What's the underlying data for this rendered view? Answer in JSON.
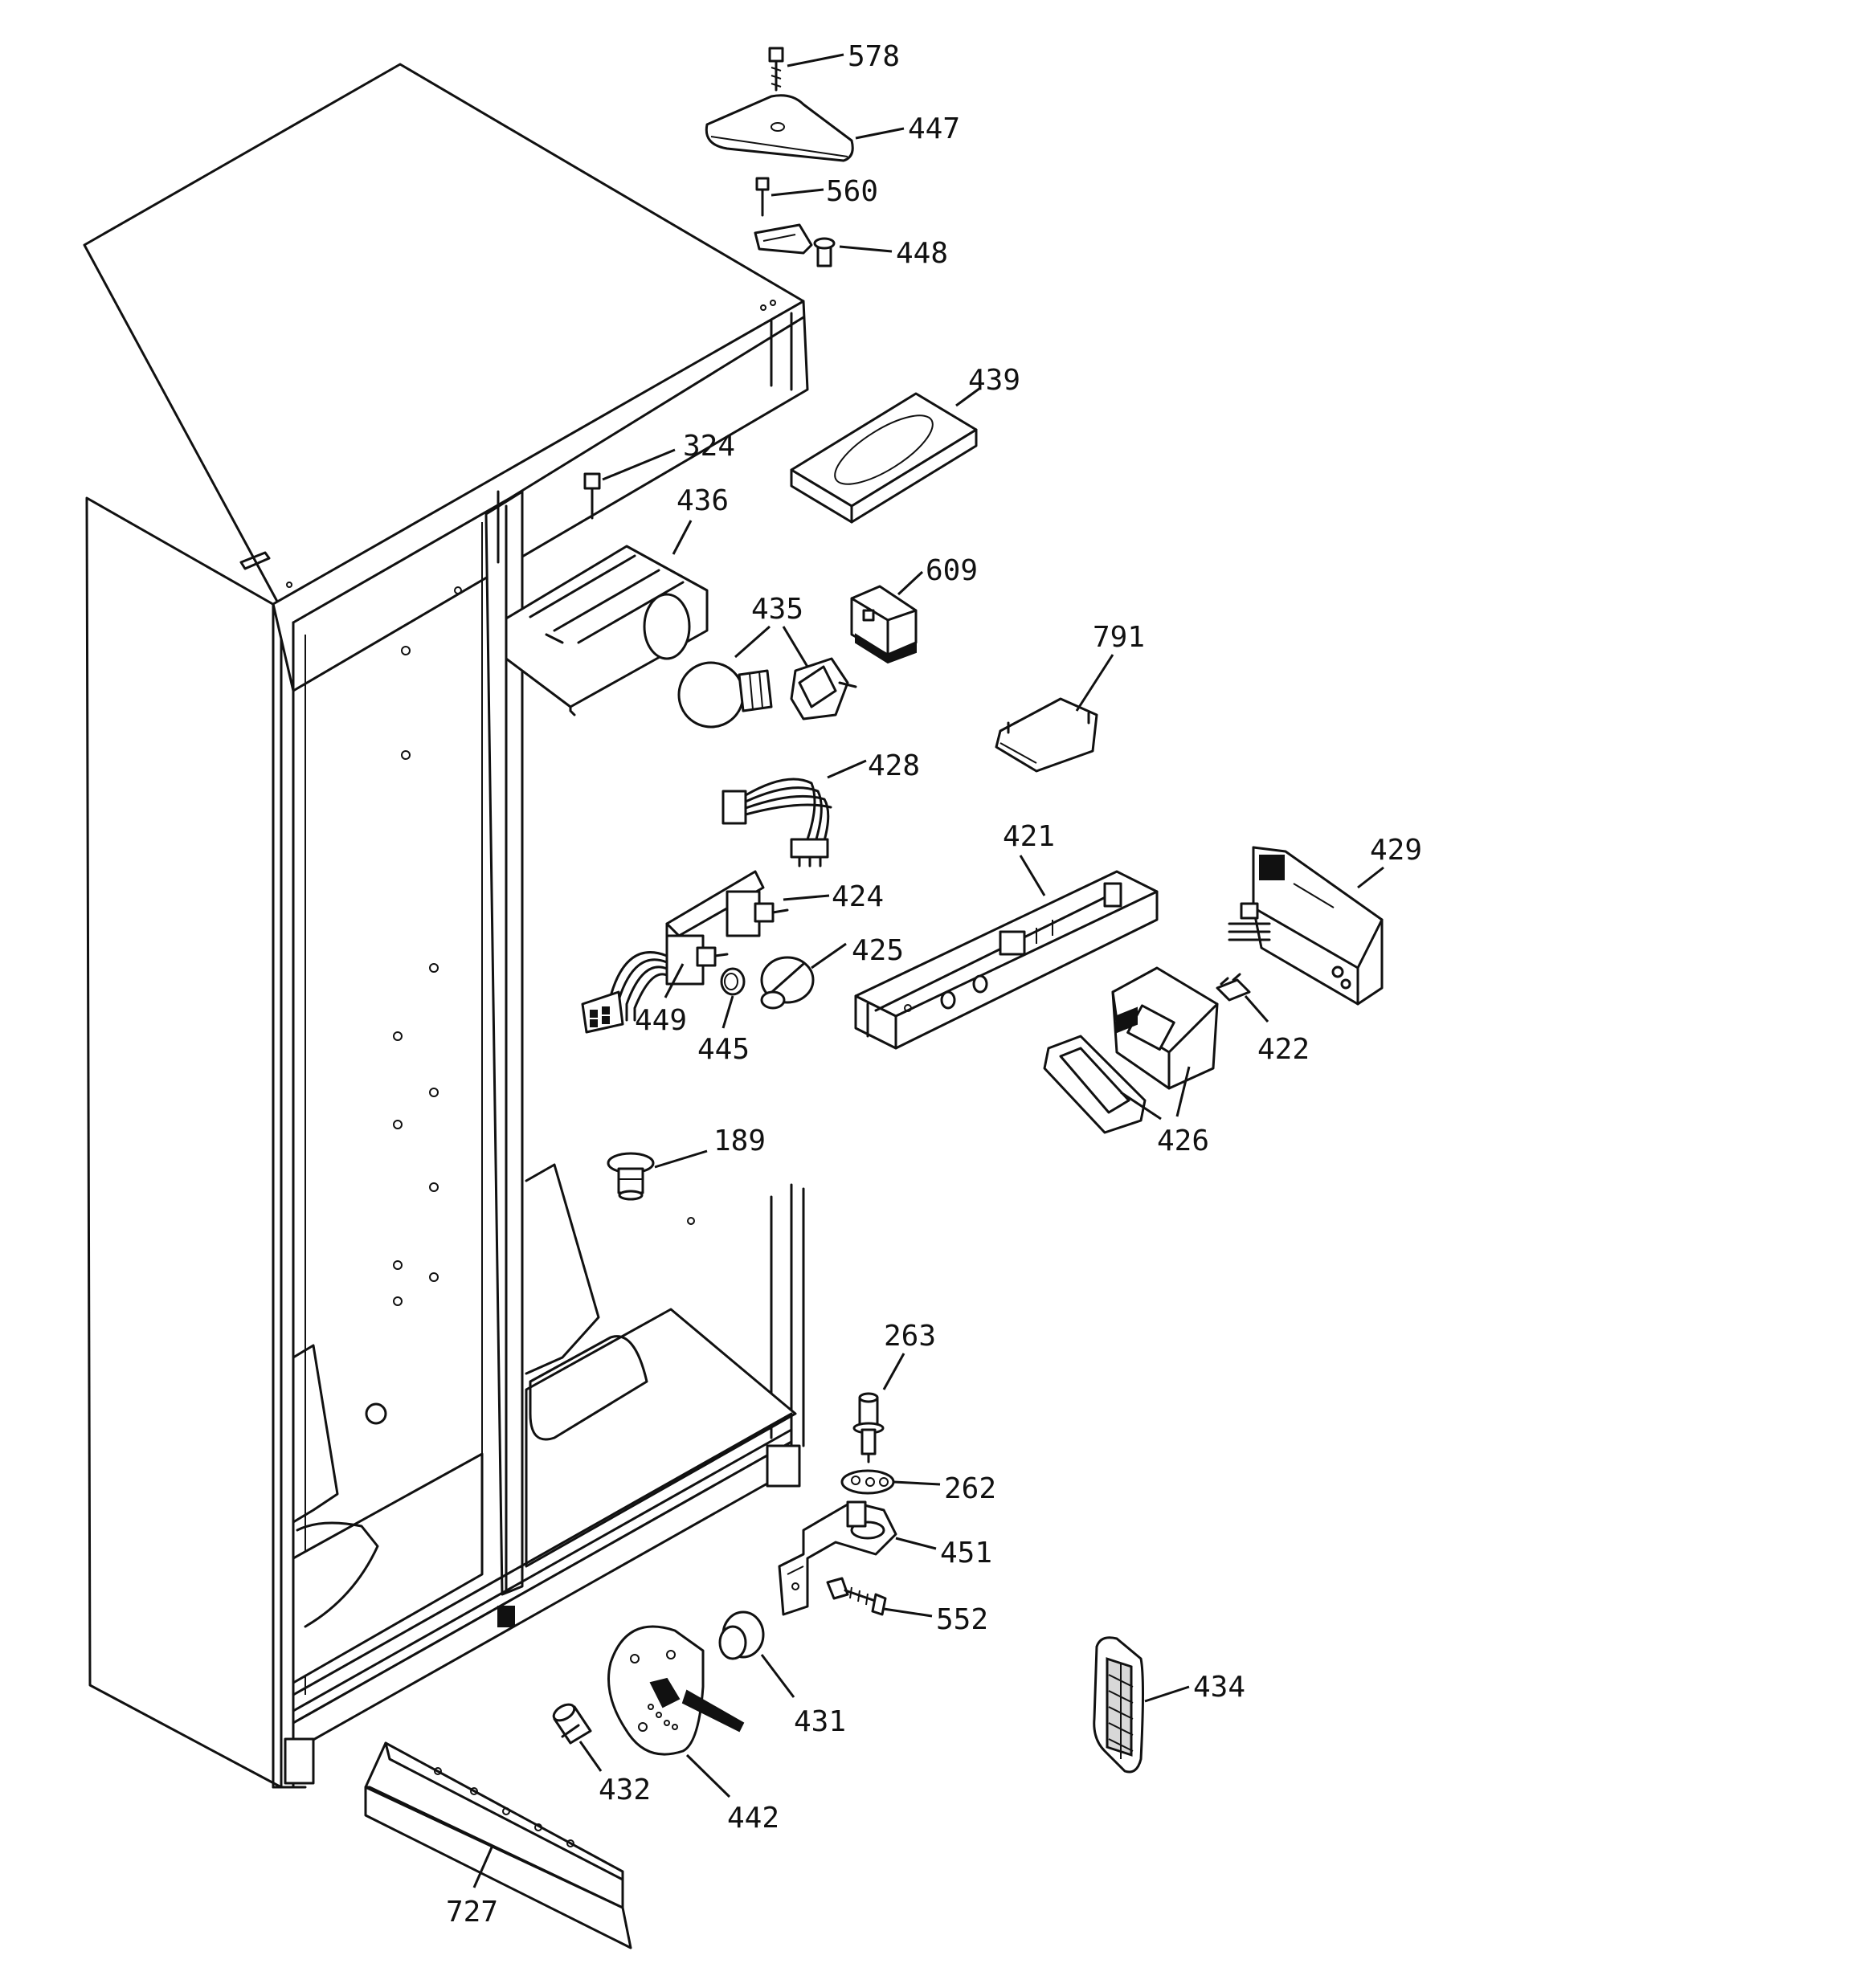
{
  "callouts": [
    {
      "id": "578",
      "text": "578"
    },
    {
      "id": "447",
      "text": "447"
    },
    {
      "id": "560",
      "text": "560"
    },
    {
      "id": "448",
      "text": "448"
    },
    {
      "id": "439",
      "text": "439"
    },
    {
      "id": "324",
      "text": "324"
    },
    {
      "id": "436",
      "text": "436"
    },
    {
      "id": "609",
      "text": "609"
    },
    {
      "id": "435",
      "text": "435"
    },
    {
      "id": "791",
      "text": "791"
    },
    {
      "id": "428",
      "text": "428"
    },
    {
      "id": "421",
      "text": "421"
    },
    {
      "id": "429",
      "text": "429"
    },
    {
      "id": "424",
      "text": "424"
    },
    {
      "id": "425",
      "text": "425"
    },
    {
      "id": "449",
      "text": "449"
    },
    {
      "id": "445",
      "text": "445"
    },
    {
      "id": "422",
      "text": "422"
    },
    {
      "id": "426",
      "text": "426"
    },
    {
      "id": "189",
      "text": "189"
    },
    {
      "id": "263",
      "text": "263"
    },
    {
      "id": "262",
      "text": "262"
    },
    {
      "id": "451",
      "text": "451"
    },
    {
      "id": "552",
      "text": "552"
    },
    {
      "id": "431",
      "text": "431"
    },
    {
      "id": "434",
      "text": "434"
    },
    {
      "id": "432",
      "text": "432"
    },
    {
      "id": "442",
      "text": "442"
    },
    {
      "id": "727",
      "text": "727"
    }
  ]
}
